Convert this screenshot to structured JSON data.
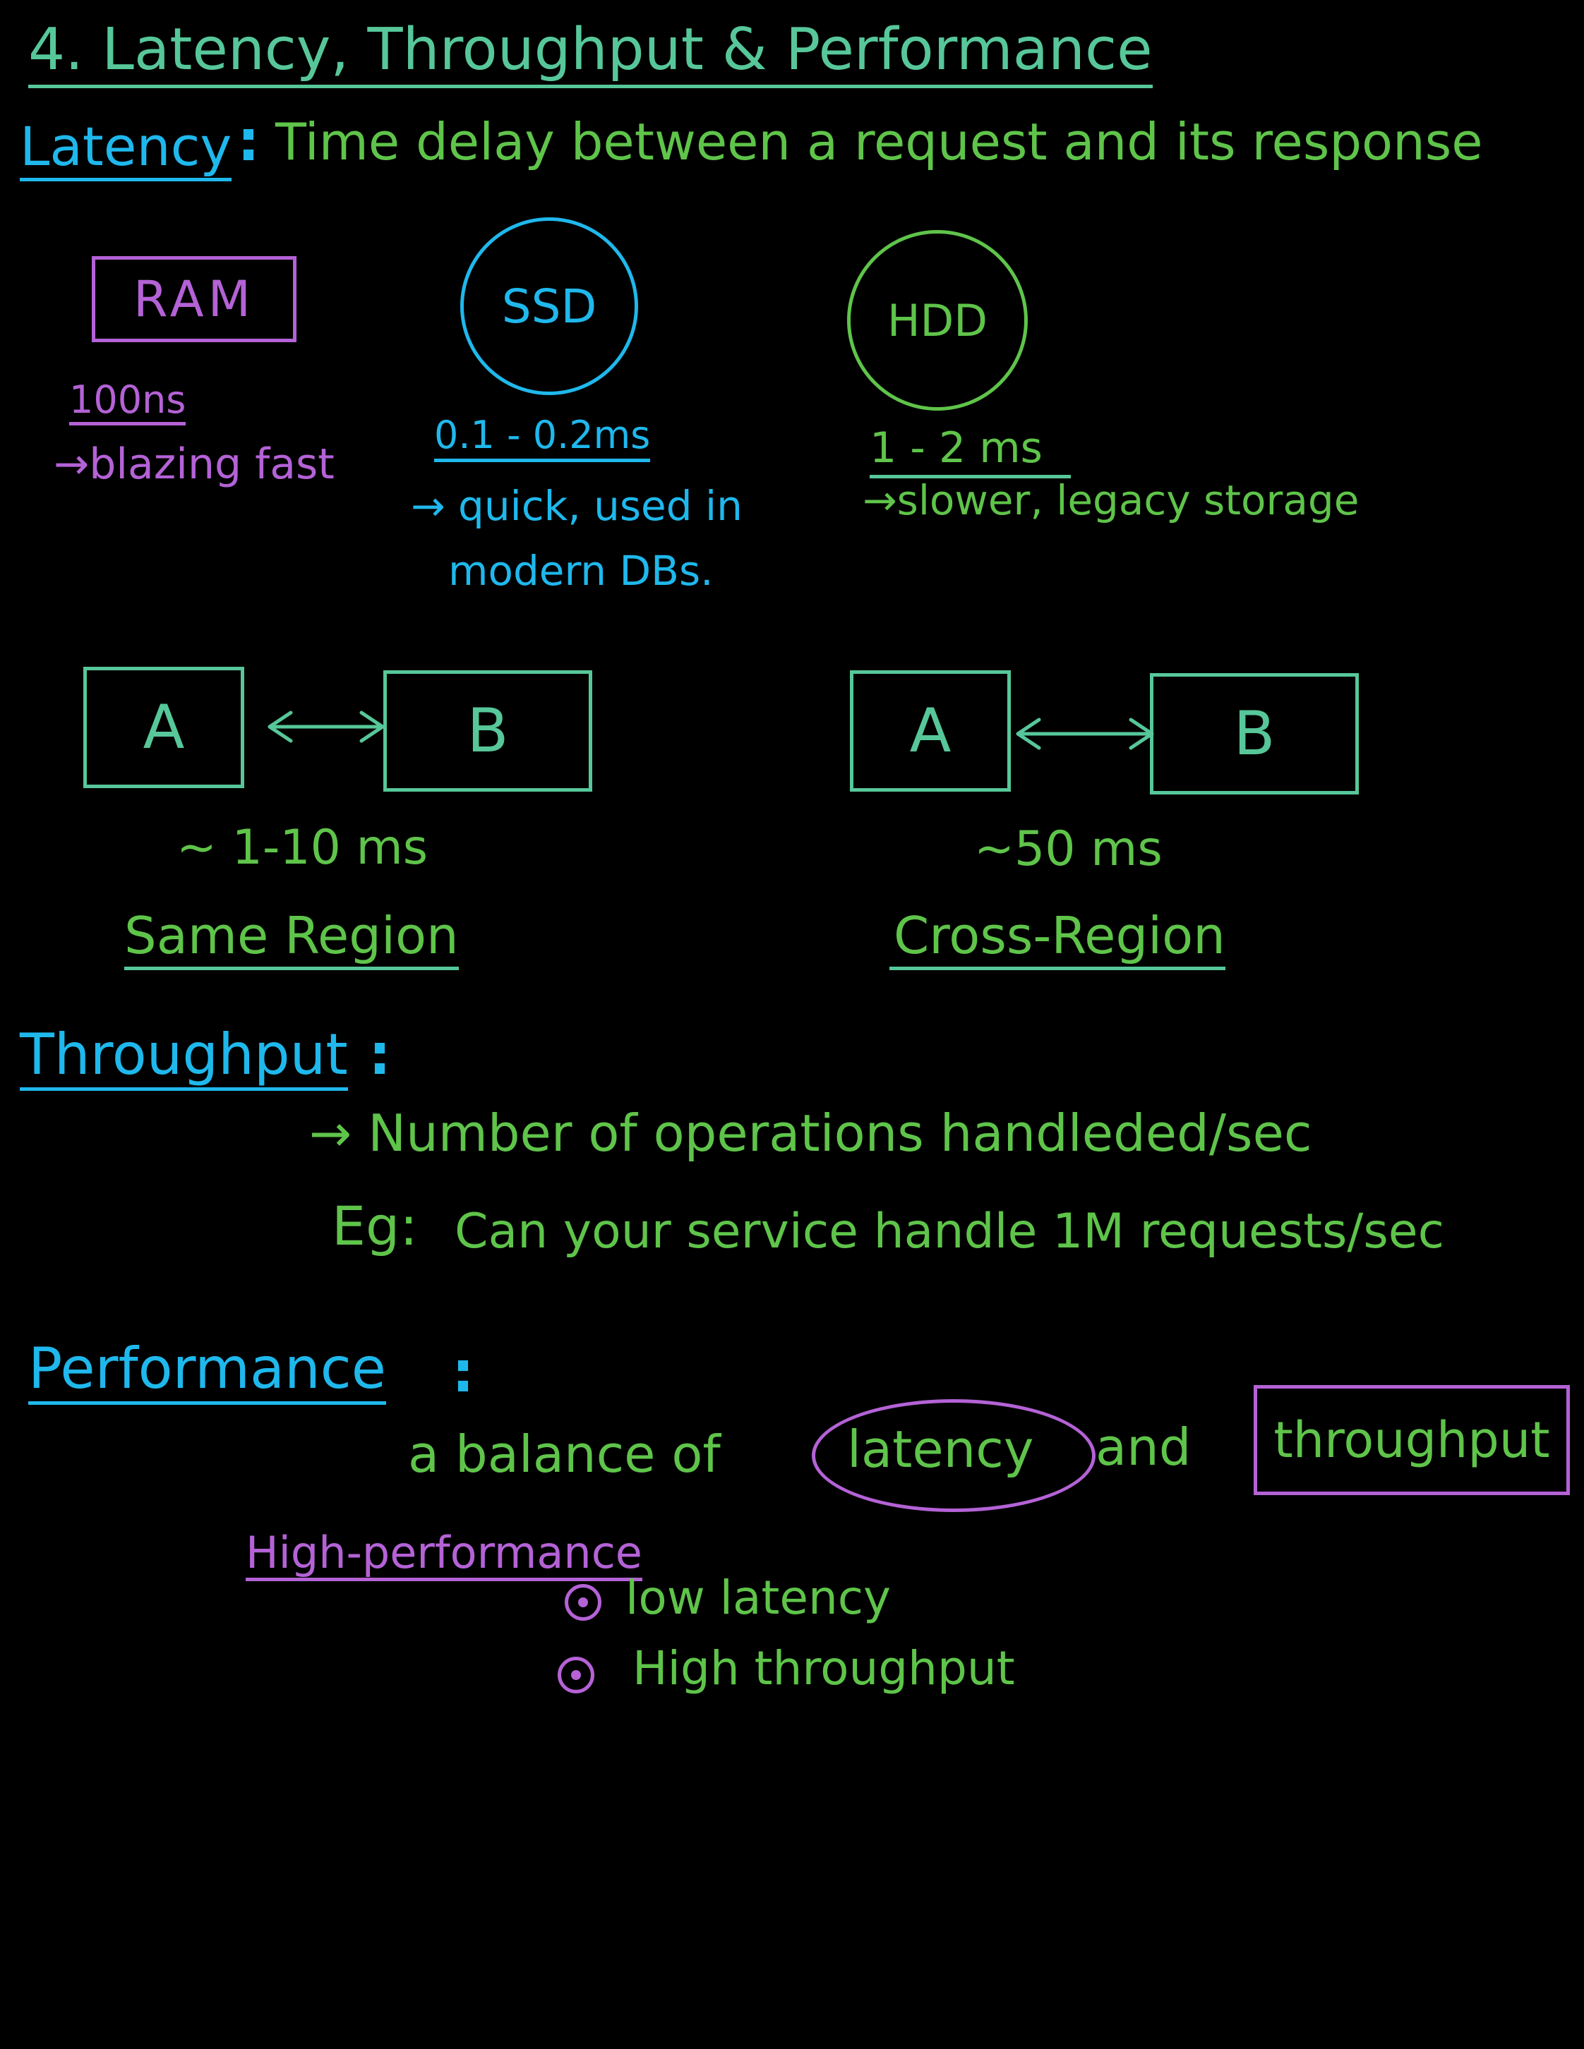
{
  "title": "4. Latency, Throughput & Performance",
  "latency": {
    "heading": "Latency",
    "colon": ":",
    "definition": "Time delay between a request and its response"
  },
  "storage": {
    "ram": {
      "label": "RAM",
      "time": "100ns",
      "note": "→blazing fast"
    },
    "ssd": {
      "label": "SSD",
      "time": "0.1 - 0.2ms",
      "note_line1": "→ quick, used in",
      "note_line2": "modern DBs."
    },
    "hdd": {
      "label": "HDD",
      "time": "1 - 2 ms",
      "note": "→slower, legacy storage"
    }
  },
  "regions": {
    "same": {
      "node_a": "A",
      "node_b": "B",
      "time": "~ 1-10 ms",
      "label": "Same Region"
    },
    "cross": {
      "node_a": "A",
      "node_b": "B",
      "time": "~50 ms",
      "label": "Cross-Region"
    }
  },
  "throughput": {
    "heading": "Throughput",
    "colon": ":",
    "definition": "→ Number of operations handleded/sec",
    "example_label": "Eg:",
    "example": "Can your service handle 1M requests/sec"
  },
  "performance": {
    "heading": "Performance",
    "colon": ":",
    "balance_prefix": "a balance of",
    "latency_word": "latency",
    "and_word": "and",
    "throughput_word": "throughput",
    "high_perf_heading": "High-performance",
    "bullets": [
      "low latency",
      "High throughput"
    ]
  },
  "colors": {
    "green": "#5fc44a",
    "teal": "#57c79a",
    "cyan": "#1fb8ec",
    "purple": "#b462d6",
    "background": "#000000"
  }
}
